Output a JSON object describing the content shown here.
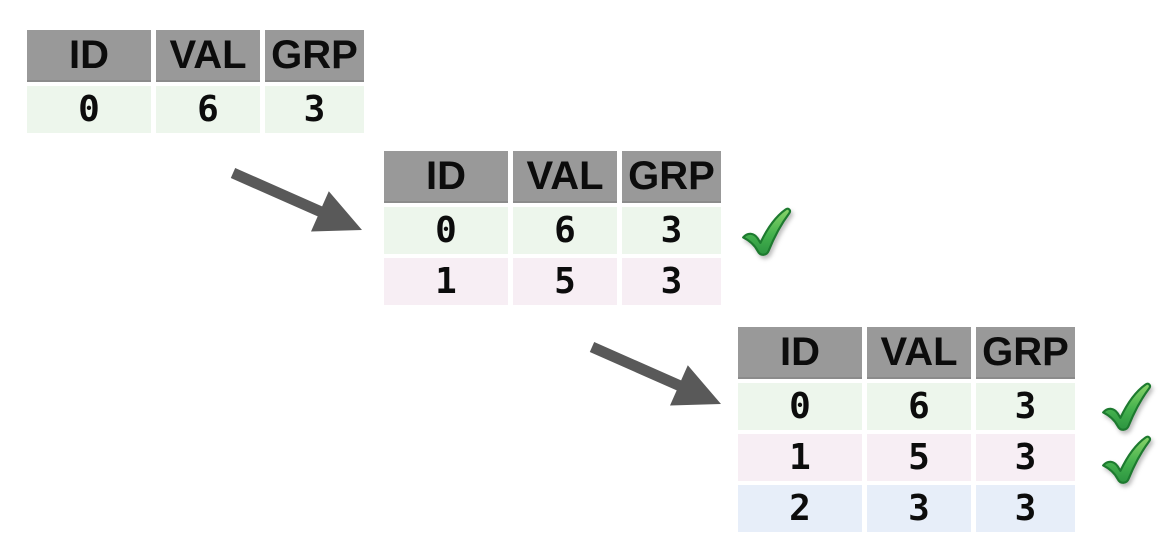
{
  "colors": {
    "header_gray": "#999999",
    "header_edge": "#8b8b8b",
    "row_green": "#edf6ec",
    "row_pink": "#f7eef4",
    "row_blue": "#e7eef9",
    "arrow_gray": "#595959",
    "check_green": "#45b24e",
    "check_outline": "#1d7a2f",
    "text_black": "#0c0c0c",
    "background": "#ffffff"
  },
  "icons": {
    "checkmark": "✔",
    "flow_arrow": "➘"
  },
  "tables": [
    {
      "name": "step-1",
      "headers": [
        "ID",
        "VAL",
        "GRP"
      ],
      "rows": [
        {
          "cells": [
            "0",
            "6",
            "3"
          ],
          "tone": "green",
          "checked": false
        }
      ]
    },
    {
      "name": "step-2",
      "headers": [
        "ID",
        "VAL",
        "GRP"
      ],
      "rows": [
        {
          "cells": [
            "0",
            "6",
            "3"
          ],
          "tone": "green",
          "checked": true
        },
        {
          "cells": [
            "1",
            "5",
            "3"
          ],
          "tone": "pink",
          "checked": false
        }
      ]
    },
    {
      "name": "step-3",
      "headers": [
        "ID",
        "VAL",
        "GRP"
      ],
      "rows": [
        {
          "cells": [
            "0",
            "6",
            "3"
          ],
          "tone": "green",
          "checked": true
        },
        {
          "cells": [
            "1",
            "5",
            "3"
          ],
          "tone": "pink",
          "checked": true
        },
        {
          "cells": [
            "2",
            "3",
            "3"
          ],
          "tone": "blue",
          "checked": false
        }
      ]
    }
  ]
}
